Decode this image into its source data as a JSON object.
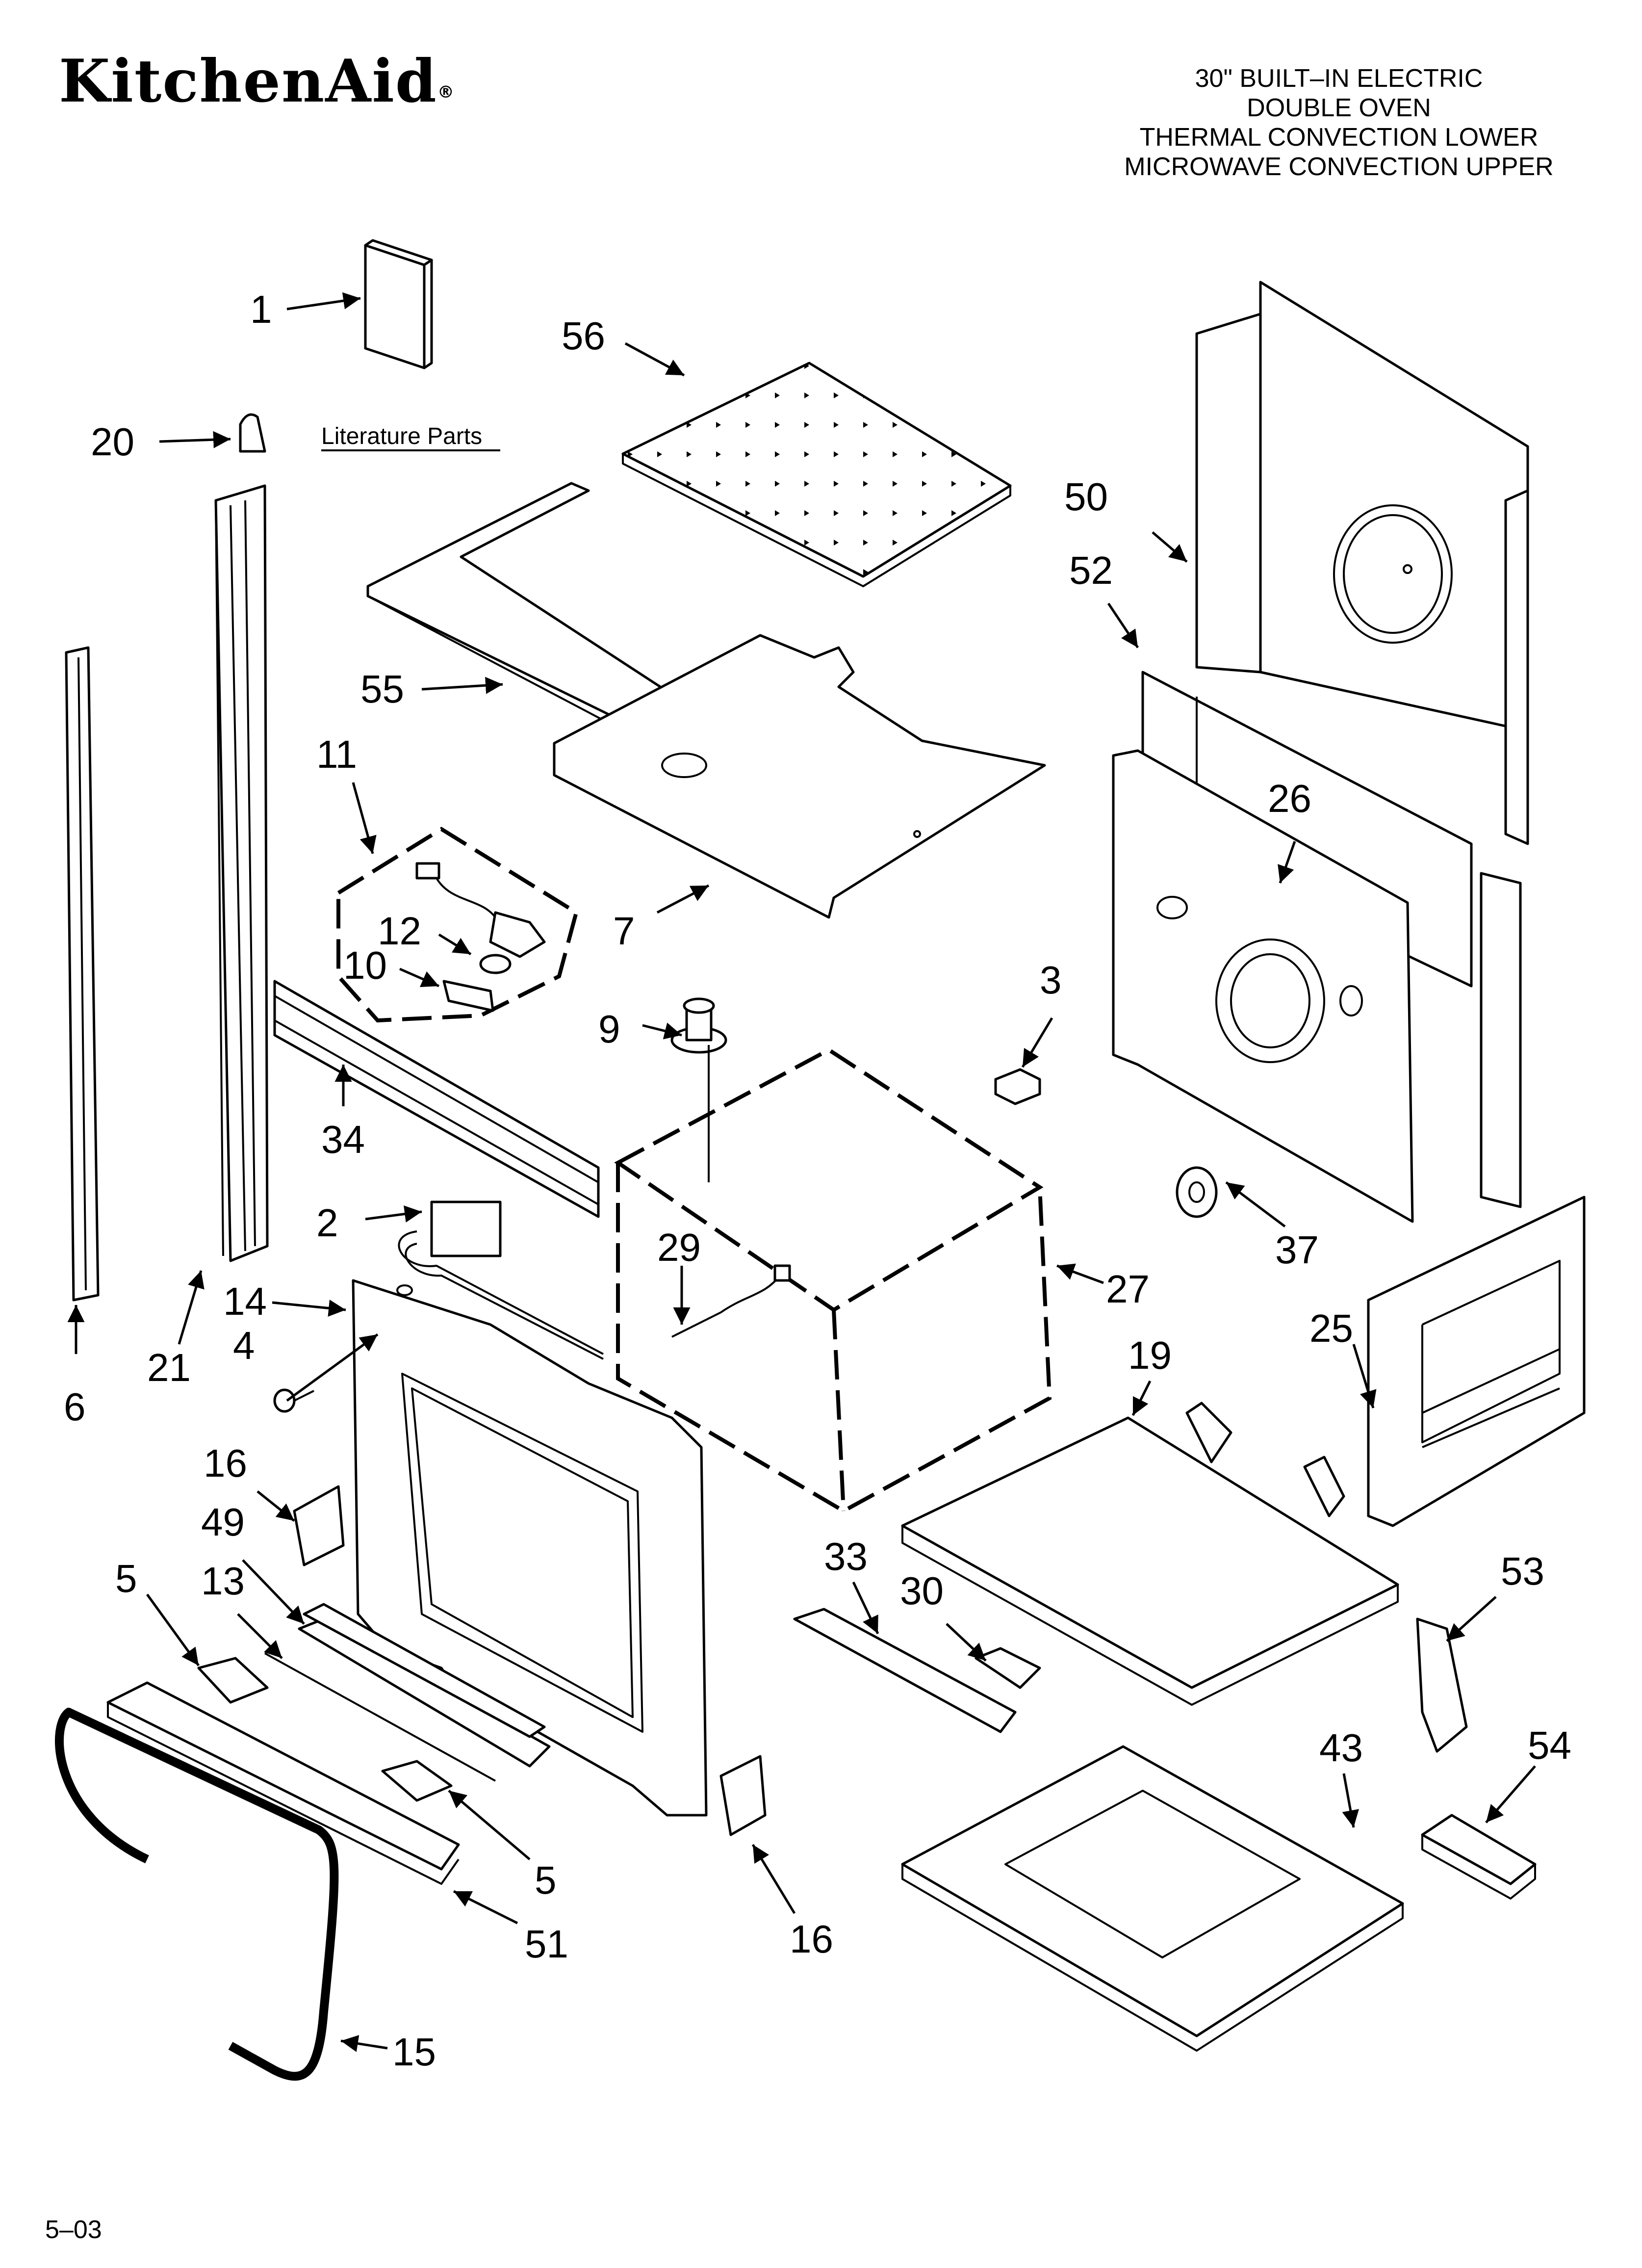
{
  "header": {
    "brand": "KitchenAid",
    "brand_mark": "®",
    "title_lines": [
      "30\" BUILT–IN ELECTRIC",
      "DOUBLE OVEN",
      "THERMAL CONVECTION LOWER",
      "MICROWAVE CONVECTION UPPER"
    ]
  },
  "literature_label": "Literature Parts",
  "footer": {
    "code": "5–03"
  },
  "callouts": [
    {
      "id": "c1",
      "text": "1"
    },
    {
      "id": "c20",
      "text": "20"
    },
    {
      "id": "c56",
      "text": "56"
    },
    {
      "id": "c50",
      "text": "50"
    },
    {
      "id": "c52",
      "text": "52"
    },
    {
      "id": "c55",
      "text": "55"
    },
    {
      "id": "c11",
      "text": "11"
    },
    {
      "id": "c26",
      "text": "26"
    },
    {
      "id": "c12",
      "text": "12"
    },
    {
      "id": "c7",
      "text": "7"
    },
    {
      "id": "c10",
      "text": "10"
    },
    {
      "id": "c3",
      "text": "3"
    },
    {
      "id": "c9",
      "text": "9"
    },
    {
      "id": "c34",
      "text": "34"
    },
    {
      "id": "c2",
      "text": "2"
    },
    {
      "id": "c37",
      "text": "37"
    },
    {
      "id": "c29",
      "text": "29"
    },
    {
      "id": "c27",
      "text": "27"
    },
    {
      "id": "c14",
      "text": "14"
    },
    {
      "id": "c21",
      "text": "21"
    },
    {
      "id": "c4",
      "text": "4"
    },
    {
      "id": "c19",
      "text": "19"
    },
    {
      "id": "c25",
      "text": "25"
    },
    {
      "id": "c6",
      "text": "6"
    },
    {
      "id": "c16a",
      "text": "16"
    },
    {
      "id": "c49",
      "text": "49"
    },
    {
      "id": "c5a",
      "text": "5"
    },
    {
      "id": "c13",
      "text": "13"
    },
    {
      "id": "c33",
      "text": "33"
    },
    {
      "id": "c30",
      "text": "30"
    },
    {
      "id": "c53",
      "text": "53"
    },
    {
      "id": "c43",
      "text": "43"
    },
    {
      "id": "c54",
      "text": "54"
    },
    {
      "id": "c5b",
      "text": "5"
    },
    {
      "id": "c51",
      "text": "51"
    },
    {
      "id": "c16b",
      "text": "16"
    },
    {
      "id": "c15",
      "text": "15"
    }
  ]
}
